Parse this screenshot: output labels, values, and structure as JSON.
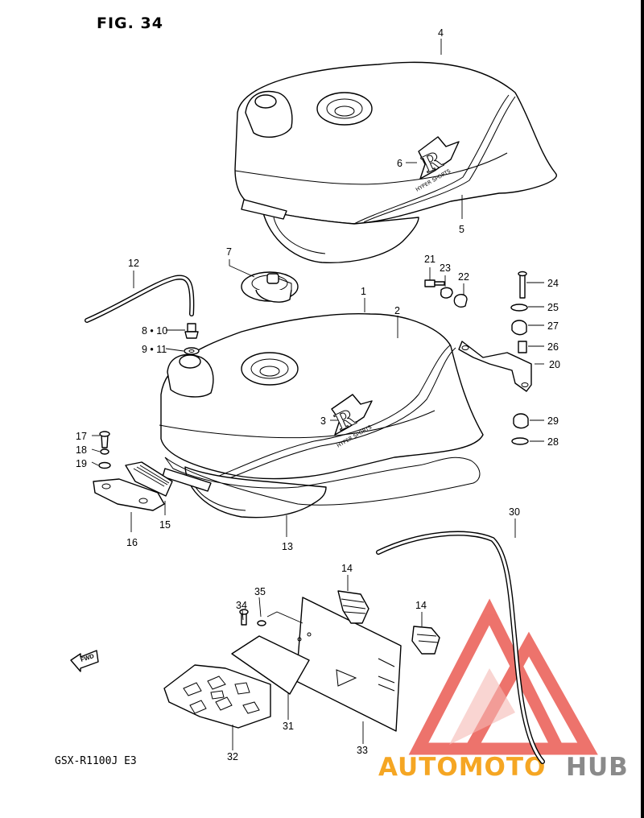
{
  "figure": {
    "title": "FIG. 34",
    "model": "GSX-R1100J E3"
  },
  "direction_tag": "FWD",
  "tank_badge": {
    "letter": "R",
    "text": "HYPER SPORTS"
  },
  "callouts": {
    "c1": "1",
    "c2": "2",
    "c3": "3",
    "c4": "4",
    "c5": "5",
    "c6": "6",
    "c7": "7",
    "c8": "8 • 10",
    "c9": "9 • 11",
    "c12": "12",
    "c13": "13",
    "c14a": "14",
    "c14b": "14",
    "c15": "15",
    "c16": "16",
    "c17": "17",
    "c18": "18",
    "c19": "19",
    "c20": "20",
    "c21": "21",
    "c22": "22",
    "c23": "23",
    "c24": "24",
    "c25": "25",
    "c26": "26",
    "c27": "27",
    "c28": "28",
    "c29": "29",
    "c30": "30",
    "c31": "31",
    "c32": "32",
    "c33": "33",
    "c34": "34",
    "c35": "35"
  },
  "watermark": {
    "part1": "AUTOMOTO",
    "part2": "HUB"
  },
  "colors": {
    "watermark_red": "#e8453c",
    "watermark_orange": "#f5a623",
    "watermark_gray": "#8a8a8a",
    "line": "#000000"
  }
}
